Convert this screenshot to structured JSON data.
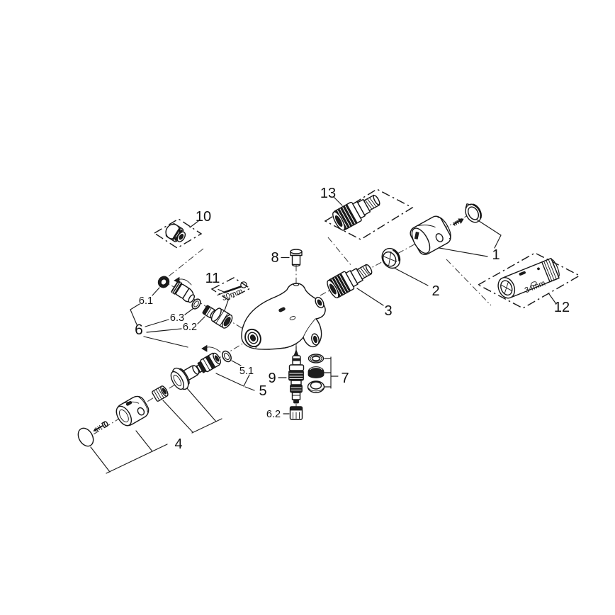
{
  "diagram": {
    "kind": "exploded-parts-diagram",
    "colors": {
      "ink": "#141414",
      "background": "#ffffff",
      "dark_fill": "#1d1d1d"
    },
    "labels": {
      "p1": "1",
      "p2": "2",
      "p3": "3",
      "p4": "4",
      "p5": "5",
      "p5_1": "5.1",
      "p6": "6",
      "p6_1": "6.1",
      "p6_2": "6.2",
      "p6_3": "6.3",
      "p7": "7",
      "p8": "8",
      "p9": "9",
      "p10": "10",
      "p11": "11",
      "p12": "12",
      "p13": "13",
      "wrench_size": "30mm",
      "socket_size": "34mm"
    }
  }
}
